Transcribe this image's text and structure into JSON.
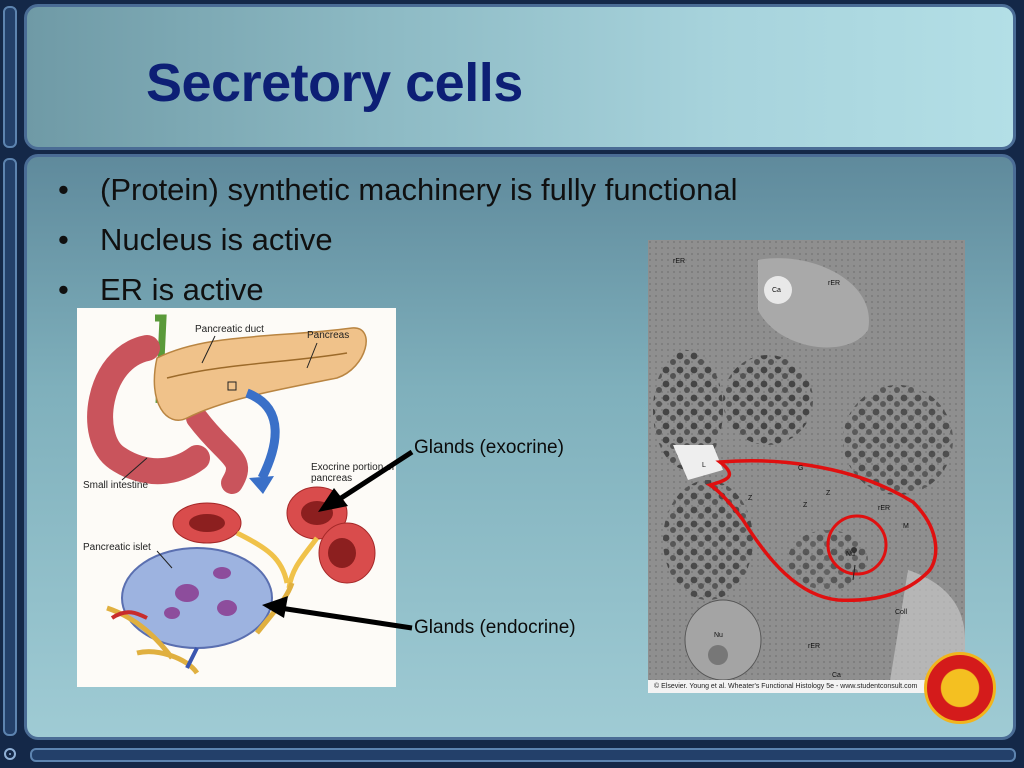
{
  "slide": {
    "title": "Secretory cells",
    "bullets": [
      "(Protein) synthetic machinery is fully functional",
      "Nucleus is active",
      "ER is active"
    ]
  },
  "diagram": {
    "labels": {
      "pancreatic_duct": "Pancreatic duct",
      "pancreas": "Pancreas",
      "small_intestine": "Small intestine",
      "exocrine_portion": "Exocrine portion of pancreas",
      "pancreatic_islet": "Pancreatic islet"
    }
  },
  "annotations": {
    "exocrine": "Glands (exocrine)",
    "endocrine": "Glands (endocrine)"
  },
  "micrograph": {
    "labels": [
      "rER",
      "Ca",
      "rER",
      "L",
      "G",
      "Z",
      "Z",
      "Z",
      "rER",
      "M",
      "Nu",
      "Coll",
      "Nu",
      "rER",
      "Ca"
    ],
    "copyright": "© Elsevier. Young et al. Wheater's Functional Histology 5e - www.studentconsult.com"
  },
  "colors": {
    "title": "#0d1f75",
    "outline_red": "#e01010",
    "panel_border": "#4a6c95"
  }
}
